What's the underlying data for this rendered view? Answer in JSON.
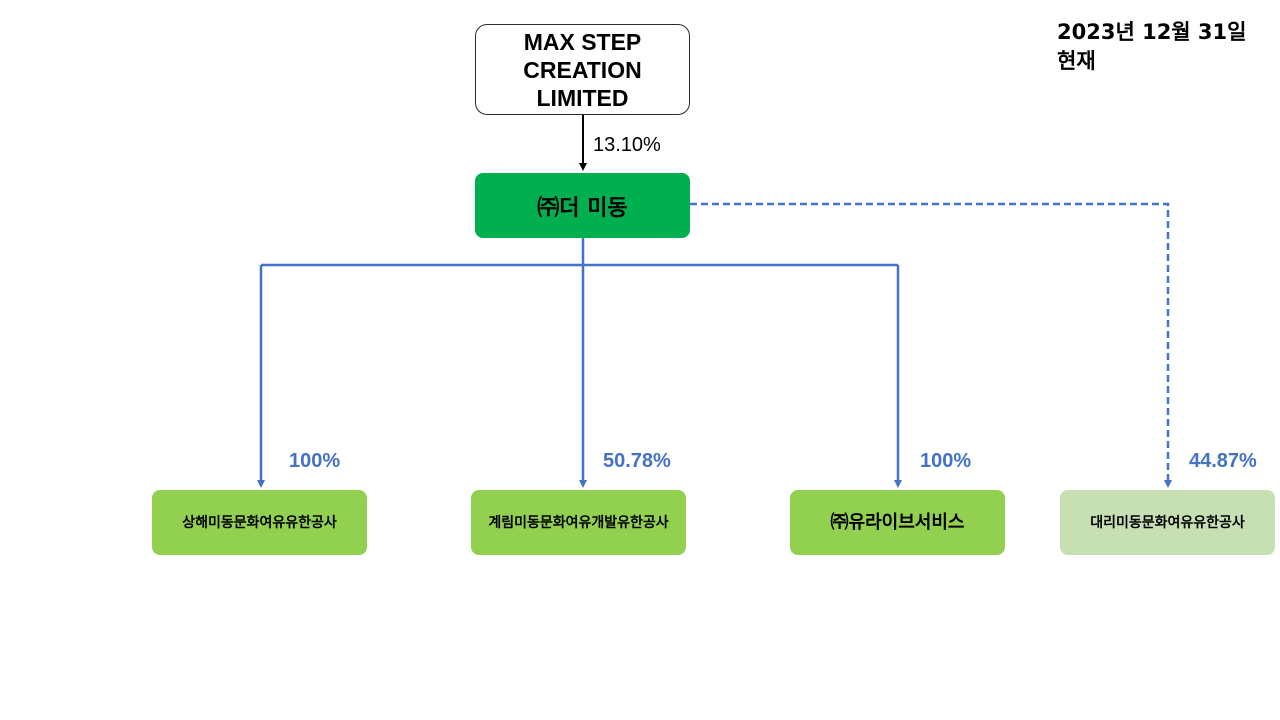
{
  "date": {
    "line1": "2023년 12월 31일",
    "line2": "현재"
  },
  "top_entity": {
    "lines": [
      "MAX STEP",
      "CREATION",
      "LIMITED"
    ],
    "ownership": "13.10%"
  },
  "main_entity": {
    "label": "㈜더 미동"
  },
  "subsidiaries": [
    {
      "label": "상해미동문화여유유한공사",
      "ownership": "100%",
      "relation": "solid"
    },
    {
      "label": "계림미동문화여유개발유한공사",
      "ownership": "50.78%",
      "relation": "solid"
    },
    {
      "label": "㈜유라이브서비스",
      "ownership": "100%",
      "relation": "solid"
    },
    {
      "label": "대리미동문화여유유한공사",
      "ownership": "44.87%",
      "relation": "dashed"
    }
  ],
  "colors": {
    "main_fill": "#00b050",
    "subsidiary_fill": "#92d050",
    "affiliate_fill": "#c6e0b4",
    "connector": "#4472c4",
    "ownership_text": "#4472c4"
  }
}
